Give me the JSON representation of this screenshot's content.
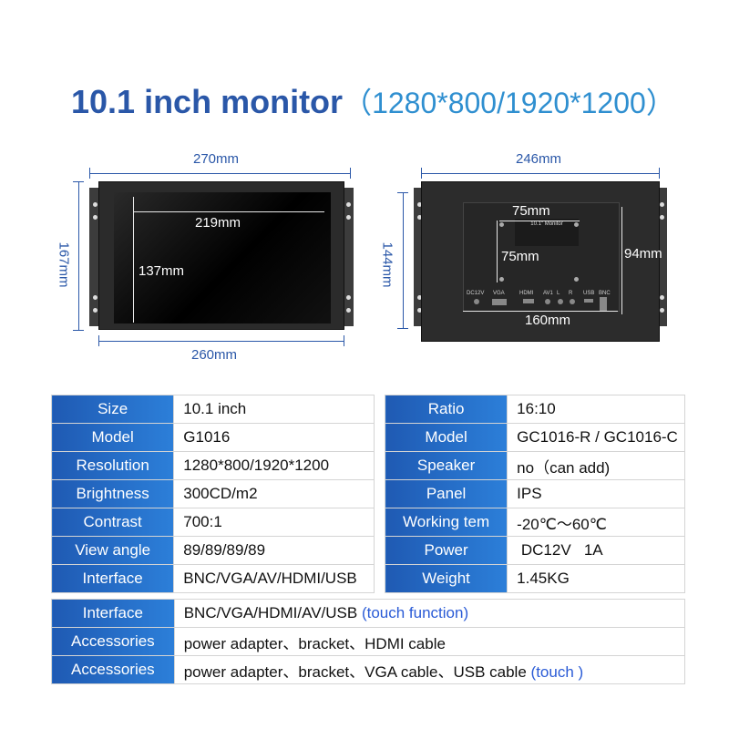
{
  "title": {
    "main": "10.1  inch monitor",
    "sub": "（1280*800/1920*1200）"
  },
  "front_view": {
    "width_total": "270mm",
    "width_frame": "260mm",
    "height_total": "167mm",
    "screen_width": "219mm",
    "screen_height": "137mm"
  },
  "back_view": {
    "width_total": "246mm",
    "height_total": "144mm",
    "hole_spacing_top": "75mm",
    "hole_spacing_side": "75mm",
    "panel_height": "94mm",
    "panel_width": "160mm",
    "sticker_text": "10.1\" Monitor",
    "ports": [
      "DC12V",
      "VGA",
      "HDMI",
      "AV1",
      "L",
      "R",
      "USB",
      "BNC"
    ]
  },
  "specs_left": [
    {
      "label": "Size",
      "value": "10.1 inch"
    },
    {
      "label": "Model",
      "value": "G1016"
    },
    {
      "label": "Resolution",
      "value": "1280*800/1920*1200"
    },
    {
      "label": "Brightness",
      "value": "300CD/m2"
    },
    {
      "label": "Contrast",
      "value": "700:1"
    },
    {
      "label": "View angle",
      "value": "89/89/89/89"
    },
    {
      "label": "Interface",
      "value": "BNC/VGA/AV/HDMI/USB"
    }
  ],
  "specs_right": [
    {
      "label": "Ratio",
      "value": "16:10"
    },
    {
      "label": "Model",
      "value": "GC1016-R / GC1016-C"
    },
    {
      "label": "Speaker",
      "value": "no（can add)"
    },
    {
      "label": "Panel",
      "value": "IPS"
    },
    {
      "label": "Working tem",
      "value": "-20℃～60℃"
    },
    {
      "label": "Power",
      "value": " DC12V   1A"
    },
    {
      "label": "Weight",
      "value": "1.45KG"
    }
  ],
  "specs_full": [
    {
      "label": "Interface",
      "value": "BNC/VGA/HDMI/AV/USB ",
      "note": "(touch function)"
    },
    {
      "label": "Accessories",
      "value": "power adapter、bracket、HDMI cable",
      "note": ""
    },
    {
      "label": "Accessories",
      "value": "power adapter、bracket、VGA cable、USB cable ",
      "note": "(touch )"
    }
  ],
  "colors": {
    "title": "#2a57a8",
    "header_cell": "#2470cc",
    "touch_note": "#2a5bd6"
  }
}
